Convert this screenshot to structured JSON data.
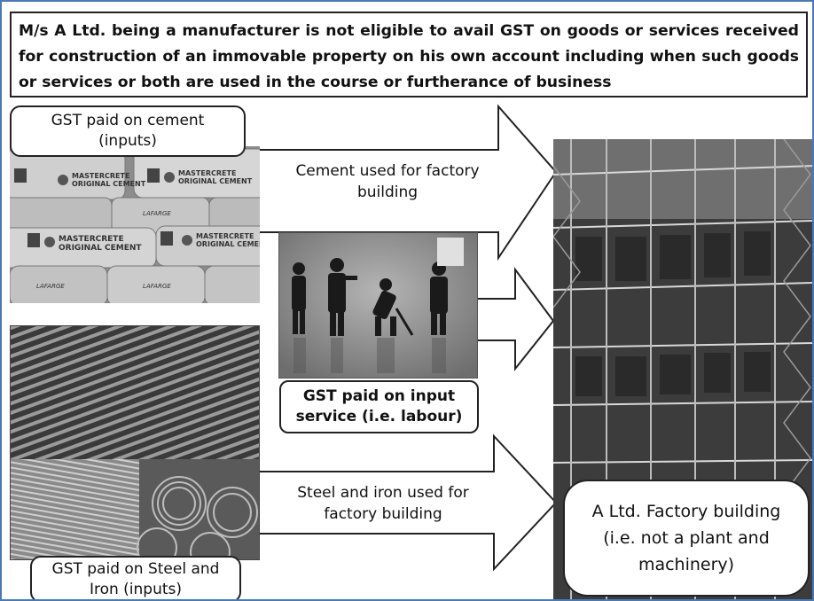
{
  "header": {
    "text": "M/s A Ltd. being a manufacturer is not eligible to avail GST on goods or services received for construction of an immovable property on his own account including when such goods or services or both are used in the course or furtherance of business"
  },
  "cement": {
    "label": "GST paid on cement (inputs)",
    "arrow_text": "Cement used for factory building",
    "bag_brand": "MASTERCRETE",
    "bag_product": "ORIGINAL CEMENT",
    "bag_maker": "LAFARGE"
  },
  "labour": {
    "label": "GST paid on input service (i.e. labour)"
  },
  "steel": {
    "label": "GST paid on Steel and Iron (inputs)",
    "arrow_text": "Steel and iron used for factory building"
  },
  "factory": {
    "label": "A Ltd. Factory building (i.e. not a plant and machinery)"
  },
  "colors": {
    "frame_border": "#4a7ab5",
    "box_border": "#222222",
    "text": "#111111"
  }
}
